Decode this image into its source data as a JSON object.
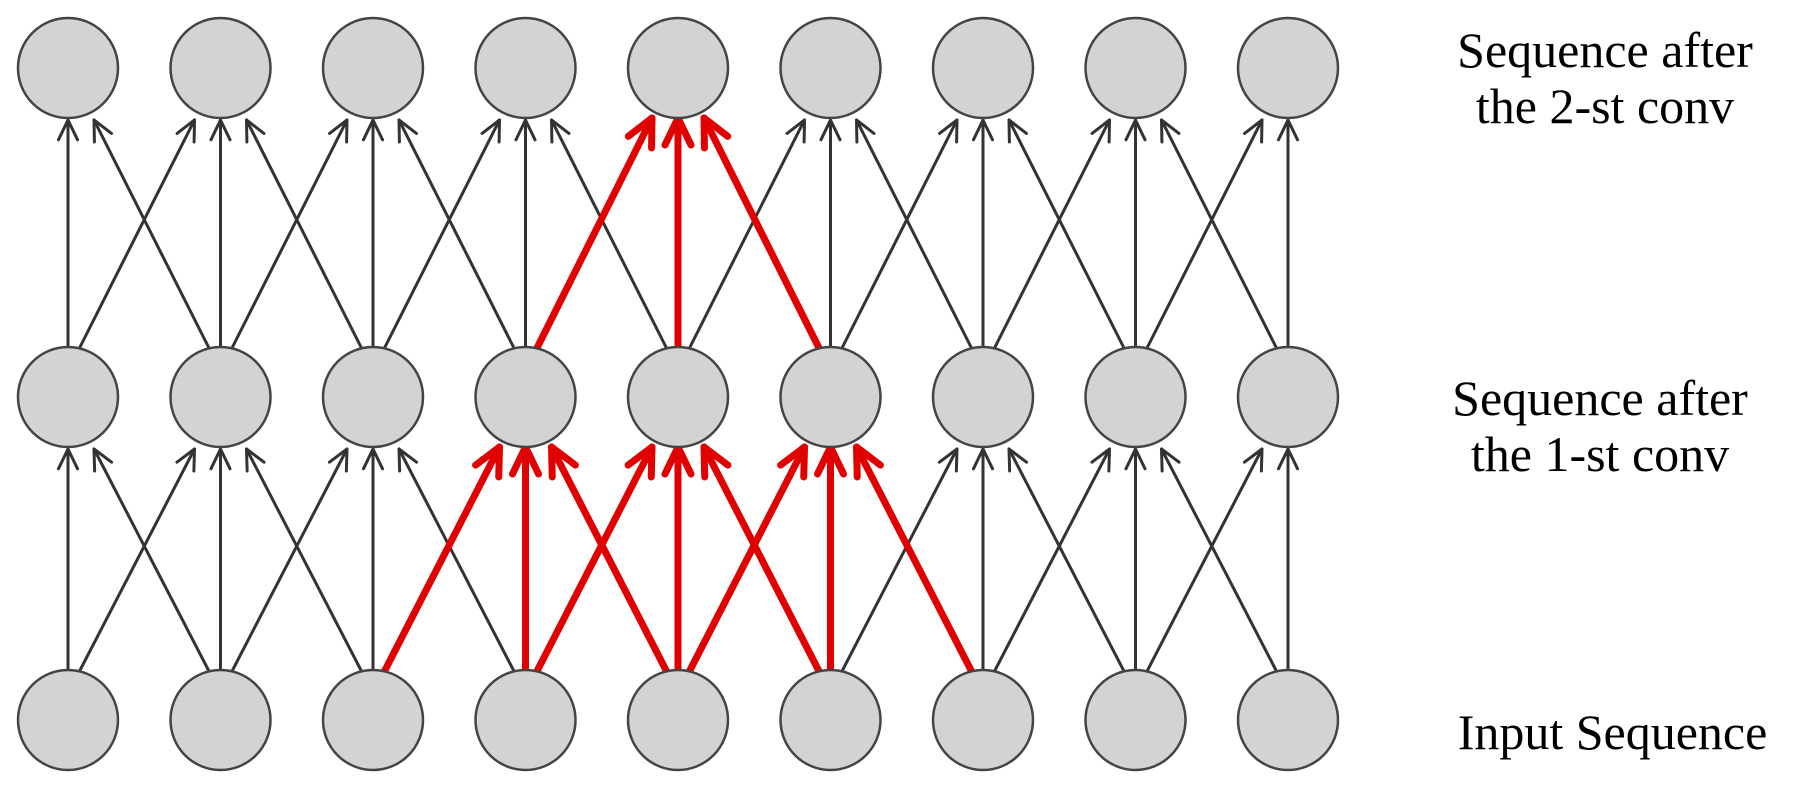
{
  "labels": {
    "output_layer": [
      "Sequence after",
      "the 2-st conv"
    ],
    "hidden_layer": [
      "Sequence after",
      "the 1-st conv"
    ],
    "input_layer": "Input Sequence"
  },
  "network": {
    "nodes_per_layer": 9,
    "kernel_size": 3,
    "highlight_output_index": 4
  },
  "colors": {
    "node_fill": "#d3d3d3",
    "node_stroke": "#444444",
    "edge": "#333333",
    "highlight": "#e00000",
    "text": "#000000"
  }
}
